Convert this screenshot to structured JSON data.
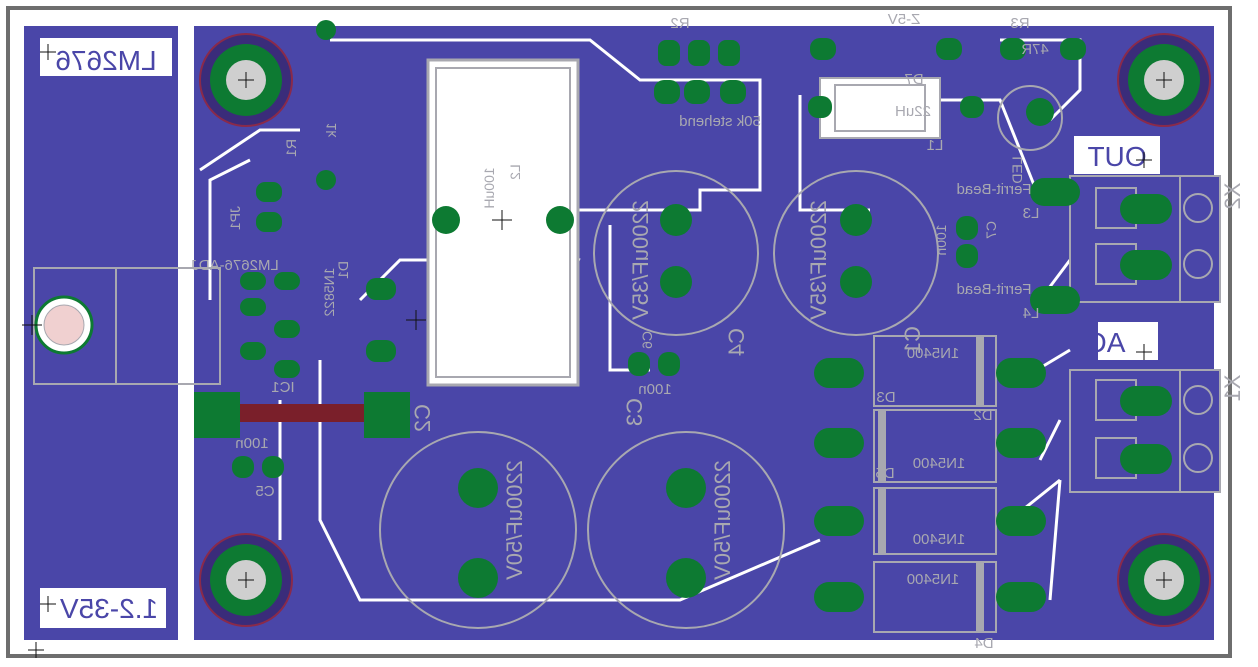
{
  "colors": {
    "board": "#4a46a8",
    "copper_bottom": "#0d7a32",
    "copper_top": "#7a1f2a",
    "silk": "#a8a8b0",
    "drill": "#cfcfcf",
    "outline": "#6e6e6e"
  },
  "labels": {
    "title": "LM2676",
    "voltage_range": "1.2-35V",
    "out": "OUT",
    "ac": "AC"
  },
  "components": {
    "r2": "R2",
    "r2_value": "50k stehend",
    "r3": "R3",
    "r3_value": "47R",
    "z5v": "Z-5V",
    "d7": "D7",
    "l1": "L1",
    "l1_value": "22uH",
    "l2": "L2",
    "l2_value": "100uH",
    "c3": "C3",
    "c3_value": "2200uF/35V",
    "c4": "C4",
    "c4_value": "2200uF/35V",
    "c6": "C6",
    "c6_value": "100n",
    "c7": "C7",
    "c7_value": "100n",
    "c2": "C2",
    "c1": "C1",
    "c1_value": "2200uF/50V",
    "c2_value": "2200uF/50V",
    "c5": "C5",
    "c5_value": "100n",
    "ic1": "IC1",
    "ic1_value": "LM2676-ADJ",
    "d1": "D1",
    "d1_value": "1N5822",
    "jp1": "JP1",
    "l3": "L3",
    "l4": "L4",
    "ferrit_3": "Ferrit-Bead",
    "ferrit_4": "Ferrit-Bead",
    "led": "LED",
    "x1": "X1",
    "x2": "X2",
    "d2": "D2",
    "d3": "D3",
    "d4": "D4",
    "d5": "D5",
    "d2_value": "1N5400",
    "d3_value": "1N5400",
    "d4_value": "1N5400",
    "d5_value": "1N5400",
    "r1": "R1",
    "r1_value": "1k"
  }
}
